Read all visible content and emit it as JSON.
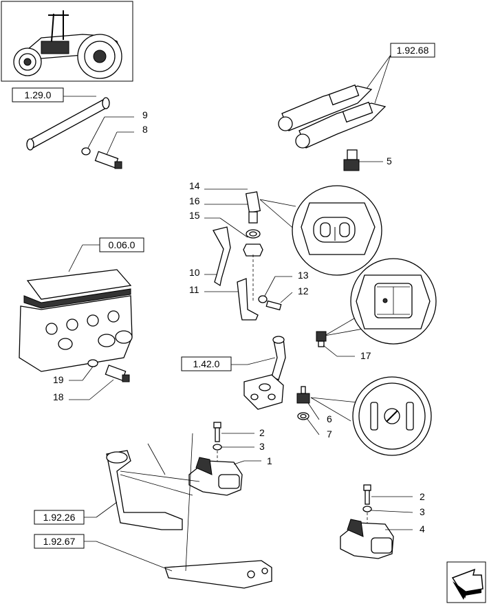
{
  "references": {
    "ref_1_92_68": "1.92.68",
    "ref_1_29_0": "1.29.0",
    "ref_0_06_0": "0.06.0",
    "ref_1_42_0": "1.42.0",
    "ref_1_92_26": "1.92.26",
    "ref_1_92_67": "1.92.67"
  },
  "part_numbers": {
    "p9": "9",
    "p8": "8",
    "p5": "5",
    "p14": "14",
    "p16": "16",
    "p15": "15",
    "p10": "10",
    "p11": "11",
    "p13": "13",
    "p12": "12",
    "p17": "17",
    "p19": "19",
    "p18": "18",
    "p6": "6",
    "p7": "7",
    "p2a": "2",
    "p3a": "3",
    "p1": "1",
    "p2b": "2",
    "p3b": "3",
    "p4": "4"
  },
  "icons": {
    "thumbnail": "tractor-thumbnail-icon",
    "navigation": "next-page-arrow-icon"
  }
}
